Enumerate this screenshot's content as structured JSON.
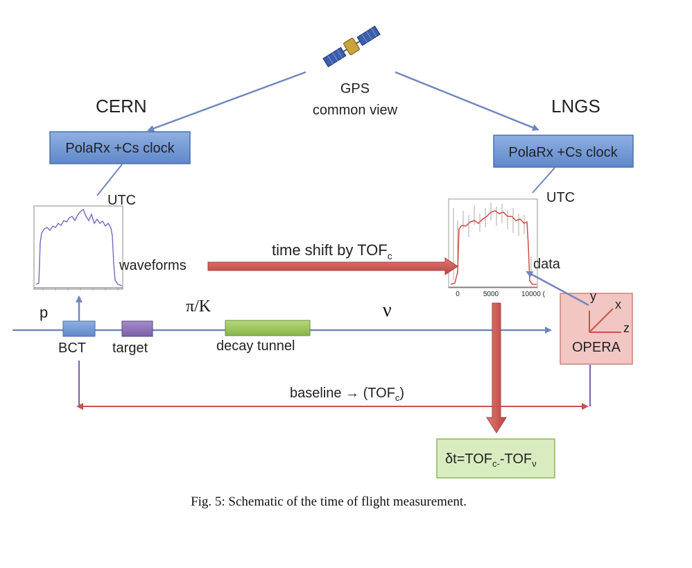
{
  "gps": {
    "line1": "GPS",
    "line2": "common view",
    "icon": "satellite-icon"
  },
  "sites": {
    "left": "CERN",
    "right": "LNGS"
  },
  "clock_left": "PolaRx +Cs clock",
  "clock_right": "PolaRx +Cs clock",
  "utc_left": "UTC",
  "utc_right": "UTC",
  "waveforms": "waveforms",
  "data": "data",
  "time_shift": {
    "text": "time shift by TOF",
    "sub": "c"
  },
  "beam": {
    "p": "p",
    "pik": "π/K",
    "nu": "ν",
    "bct": "BCT",
    "target": "target",
    "tunnel": "decay tunnel"
  },
  "opera": {
    "label": "OPERA",
    "axis_y": "y",
    "axis_x": "x",
    "axis_z": "z"
  },
  "baseline": {
    "prefix": "baseline → (TOF",
    "sub": "c",
    "suffix": ")"
  },
  "delta": {
    "pre": "δt=TOF",
    "sub1": "c-",
    "mid": "-TOF",
    "sub2": "ν"
  },
  "right_plot_ticks": [
    "0",
    "5000",
    "10000 ("
  ],
  "caption": "Fig. 5: Schematic of the time of flight measurement.",
  "colors": {
    "blue_arrow": "#6f87bd",
    "red_arrow": "#c8524d",
    "purple_line": "#7b5fa8",
    "clock_box": "#6e95d4",
    "opera_box": "#f2c6c2",
    "tunnel": "#9cc75a",
    "target": "#8e73b8",
    "result_box": "#d9ecc0"
  }
}
